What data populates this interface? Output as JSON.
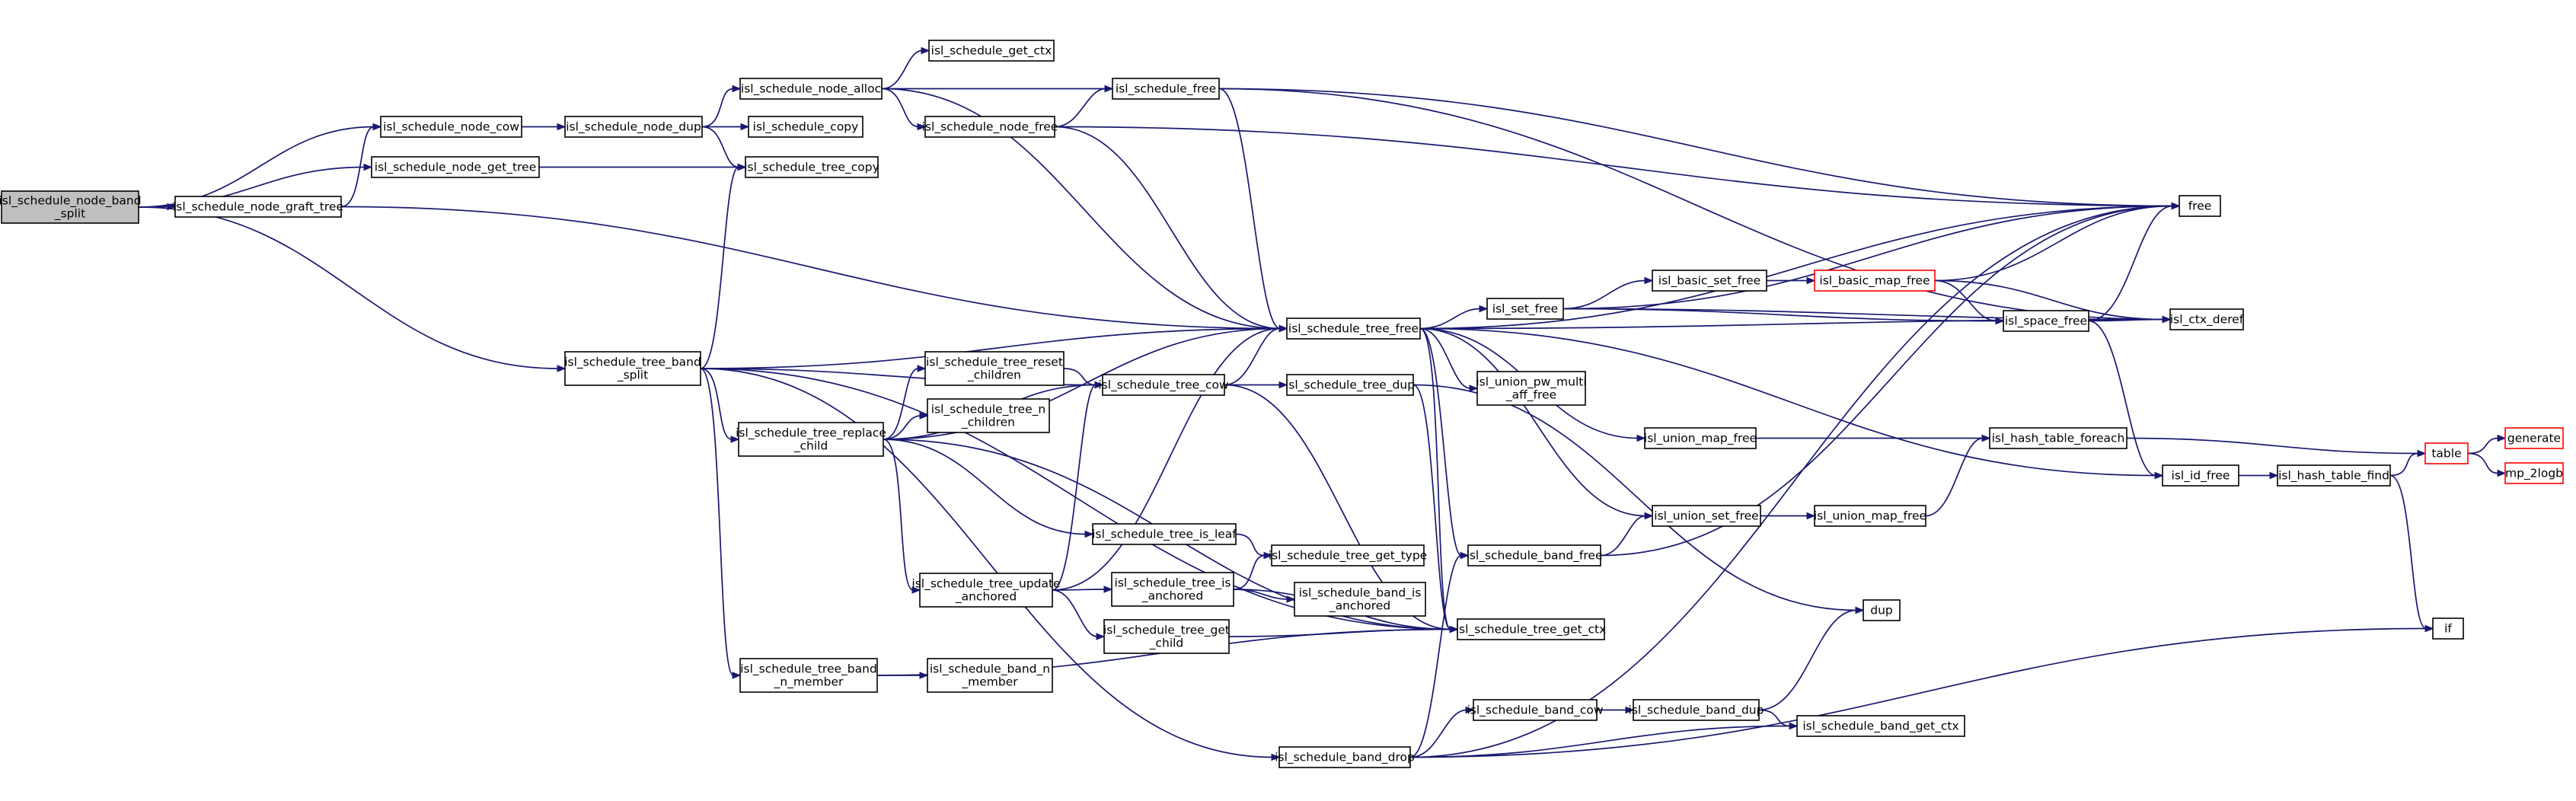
{
  "graph": {
    "edge_color": "#191970",
    "nodes": {
      "n_band_split": {
        "lines": [
          "isl_schedule_node_band",
          "_split"
        ],
        "style": "root"
      },
      "n_cow": {
        "lines": [
          "isl_schedule_node_cow"
        ]
      },
      "n_get_tree": {
        "lines": [
          "isl_schedule_node_get_tree"
        ]
      },
      "n_graft": {
        "lines": [
          "isl_schedule_node_graft_tree"
        ]
      },
      "n_node_dup": {
        "lines": [
          "isl_schedule_node_dup"
        ]
      },
      "n_alloc": {
        "lines": [
          "isl_schedule_node_alloc"
        ]
      },
      "n_get_ctx": {
        "lines": [
          "isl_schedule_get_ctx"
        ]
      },
      "n_copy": {
        "lines": [
          "isl_schedule_copy"
        ]
      },
      "n_tree_copy": {
        "lines": [
          "isl_schedule_tree_copy"
        ]
      },
      "n_sched_free": {
        "lines": [
          "isl_schedule_free"
        ]
      },
      "n_node_free": {
        "lines": [
          "isl_schedule_node_free"
        ]
      },
      "t_band_split": {
        "lines": [
          "isl_schedule_tree_band",
          "_split"
        ]
      },
      "t_reset": {
        "lines": [
          "isl_schedule_tree_reset",
          "_children"
        ]
      },
      "t_nchildren": {
        "lines": [
          "isl_schedule_tree_n",
          "_children"
        ]
      },
      "t_replace": {
        "lines": [
          "isl_schedule_tree_replace",
          "_child"
        ]
      },
      "t_update": {
        "lines": [
          "isl_schedule_tree_update",
          "_anchored"
        ]
      },
      "t_nmember": {
        "lines": [
          "isl_schedule_tree_band",
          "_n_member"
        ]
      },
      "b_nmember": {
        "lines": [
          "isl_schedule_band_n",
          "_member"
        ]
      },
      "t_free": {
        "lines": [
          "isl_schedule_tree_free"
        ]
      },
      "t_cow": {
        "lines": [
          "isl_schedule_tree_cow"
        ]
      },
      "t_dup": {
        "lines": [
          "isl_schedule_tree_dup"
        ]
      },
      "t_isleaf": {
        "lines": [
          "isl_schedule_tree_is_leaf"
        ]
      },
      "t_gettype": {
        "lines": [
          "isl_schedule_tree_get_type"
        ]
      },
      "t_isanch": {
        "lines": [
          "isl_schedule_tree_is",
          "_anchored"
        ]
      },
      "b_isanch": {
        "lines": [
          "isl_schedule_band_is",
          "_anchored"
        ]
      },
      "t_getchild": {
        "lines": [
          "isl_schedule_tree_get",
          "_child"
        ]
      },
      "t_getctx": {
        "lines": [
          "isl_schedule_tree_get_ctx"
        ]
      },
      "b_free": {
        "lines": [
          "isl_schedule_band_free"
        ]
      },
      "b_drop": {
        "lines": [
          "isl_schedule_band_drop"
        ]
      },
      "b_cow": {
        "lines": [
          "isl_schedule_band_cow"
        ]
      },
      "b_dup": {
        "lines": [
          "isl_schedule_band_dup"
        ]
      },
      "b_getctx": {
        "lines": [
          "isl_schedule_band_get_ctx"
        ]
      },
      "set_free": {
        "lines": [
          "isl_set_free"
        ]
      },
      "bset_free": {
        "lines": [
          "isl_basic_set_free"
        ]
      },
      "bmap_free": {
        "lines": [
          "isl_basic_map_free"
        ],
        "style": "red"
      },
      "space_free": {
        "lines": [
          "isl_space_free"
        ]
      },
      "upma_free": {
        "lines": [
          "isl_union_pw_multi",
          "_aff_free"
        ]
      },
      "umap_free1": {
        "lines": [
          "isl_union_map_free"
        ]
      },
      "uset_free": {
        "lines": [
          "isl_union_set_free"
        ]
      },
      "umap_free2": {
        "lines": [
          "isl_union_map_free"
        ]
      },
      "hash_foreach": {
        "lines": [
          "isl_hash_table_foreach"
        ]
      },
      "id_free": {
        "lines": [
          "isl_id_free"
        ]
      },
      "hash_find": {
        "lines": [
          "isl_hash_table_find"
        ]
      },
      "free": {
        "lines": [
          "free"
        ]
      },
      "ctx_deref": {
        "lines": [
          "isl_ctx_deref"
        ]
      },
      "dup": {
        "lines": [
          "dup"
        ]
      },
      "table": {
        "lines": [
          "table"
        ],
        "style": "red"
      },
      "generate": {
        "lines": [
          "generate"
        ],
        "style": "red"
      },
      "mp_2logb": {
        "lines": [
          "mp_2logb"
        ],
        "style": "red"
      },
      "if": {
        "lines": [
          "if"
        ]
      }
    }
  }
}
